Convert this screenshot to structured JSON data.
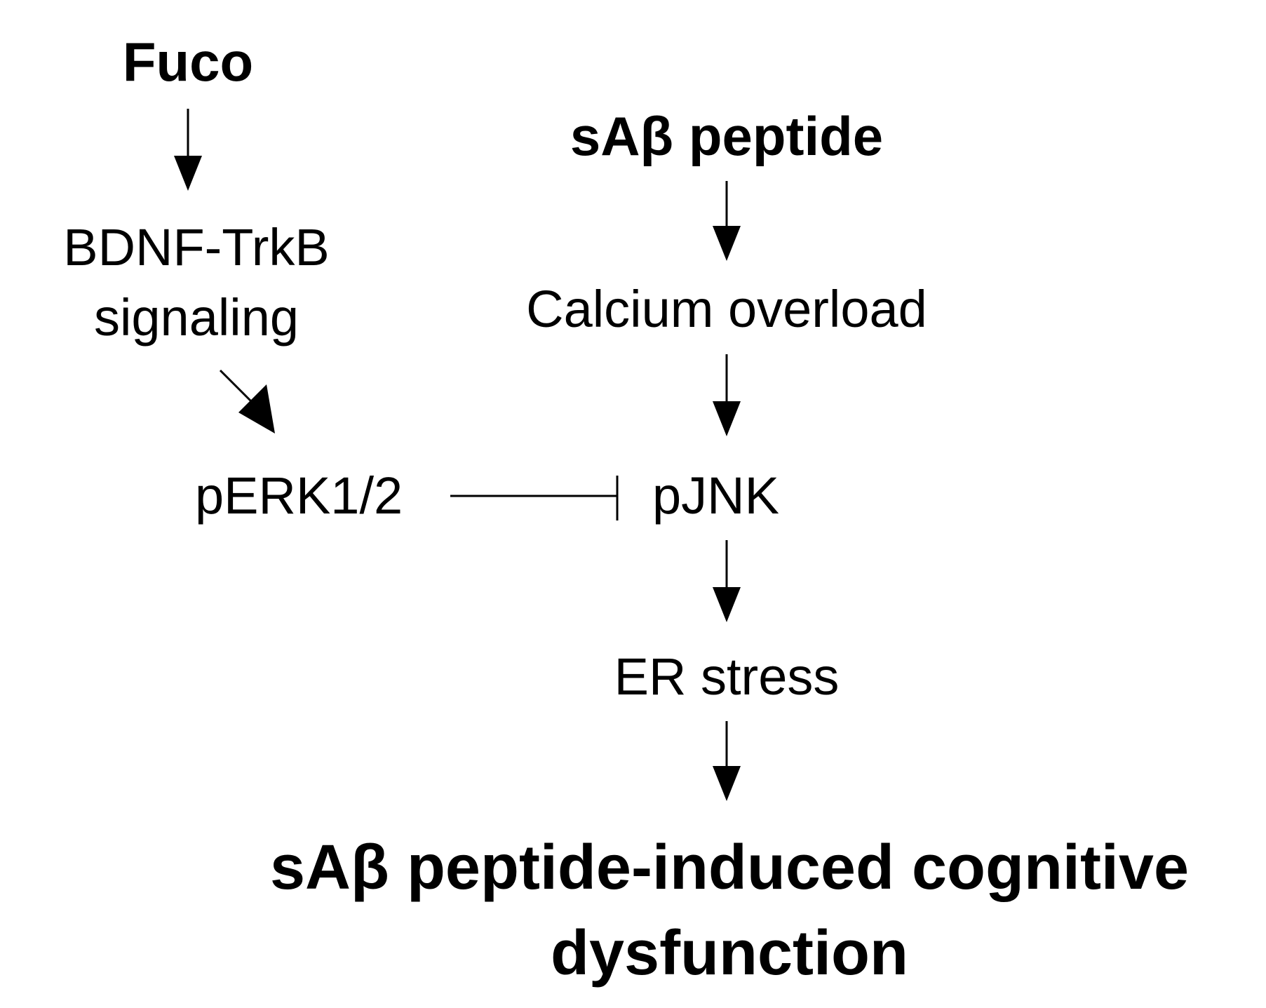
{
  "nodes": {
    "fuco": "Fuco",
    "bdnf_line1": "BDNF-TrkB",
    "bdnf_line2": "signaling",
    "perk": "pERK1/2",
    "sabeta": "sAβ peptide",
    "calcium": "Calcium overload",
    "pjnk": "pJNK",
    "er_stress": "ER stress",
    "outcome_line1": "sAβ peptide-induced cognitive",
    "outcome_line2": "dysfunction"
  },
  "edges": [
    {
      "from": "fuco",
      "to": "bdnf",
      "type": "activation"
    },
    {
      "from": "bdnf",
      "to": "perk",
      "type": "activation"
    },
    {
      "from": "perk",
      "to": "pjnk",
      "type": "inhibition"
    },
    {
      "from": "sabeta",
      "to": "calcium",
      "type": "activation"
    },
    {
      "from": "calcium",
      "to": "pjnk",
      "type": "activation"
    },
    {
      "from": "pjnk",
      "to": "er_stress",
      "type": "activation"
    },
    {
      "from": "er_stress",
      "to": "outcome",
      "type": "activation"
    }
  ],
  "colors": {
    "text": "#000000",
    "background": "#ffffff"
  }
}
